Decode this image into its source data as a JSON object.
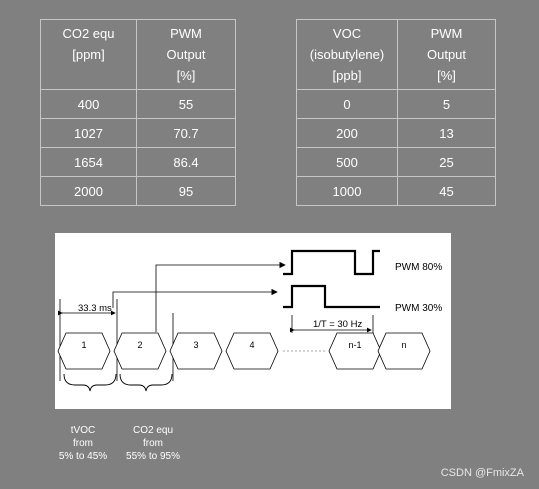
{
  "co2_table": {
    "header_col1": [
      "CO2 equ",
      "[ppm]"
    ],
    "header_col2": [
      "PWM",
      "Output",
      "[%]"
    ],
    "rows": [
      [
        "400",
        "55"
      ],
      [
        "1027",
        "70.7"
      ],
      [
        "1654",
        "86.4"
      ],
      [
        "2000",
        "95"
      ]
    ]
  },
  "voc_table": {
    "header_col1": [
      "VOC",
      "(isobutylene)",
      "[ppb]"
    ],
    "header_col2": [
      "PWM",
      "Output",
      "[%]"
    ],
    "rows": [
      [
        "0",
        "5"
      ],
      [
        "200",
        "13"
      ],
      [
        "500",
        "25"
      ],
      [
        "1000",
        "45"
      ]
    ]
  },
  "diagram": {
    "pwm_80_label": "PWM 80%",
    "pwm_30_label": "PWM 30%",
    "period_label": "1/T = 30 Hz",
    "slot_label": "33.3 ms",
    "slots": [
      "1",
      "2",
      "3",
      "4",
      "n-1",
      "n"
    ]
  },
  "captions": {
    "tvoc": [
      "tVOC",
      "from",
      "5% to 45%"
    ],
    "co2": [
      "CO2 equ",
      "from",
      "55% to 95%"
    ]
  },
  "watermark": "CSDN @FmixZA"
}
